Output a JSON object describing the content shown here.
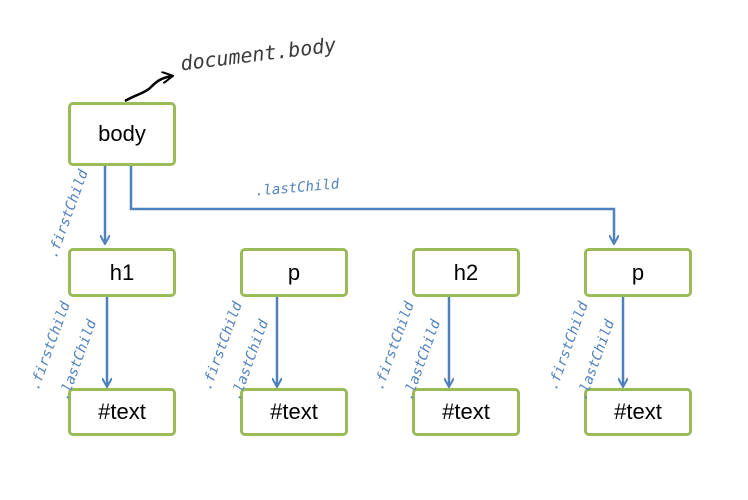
{
  "diagram": {
    "root_label": "document.body",
    "nodes": {
      "body": "body",
      "h1": "h1",
      "p1": "p",
      "h2": "h2",
      "p2": "p",
      "text1": "#text",
      "text2": "#text",
      "text3": "#text",
      "text4": "#text"
    },
    "edge_labels": {
      "first_child": ".firstChild",
      "last_child": ".lastChild"
    },
    "colors": {
      "node_border": "#9bbb59",
      "arrow": "#4f81bd",
      "label": "#4f81bd"
    }
  }
}
